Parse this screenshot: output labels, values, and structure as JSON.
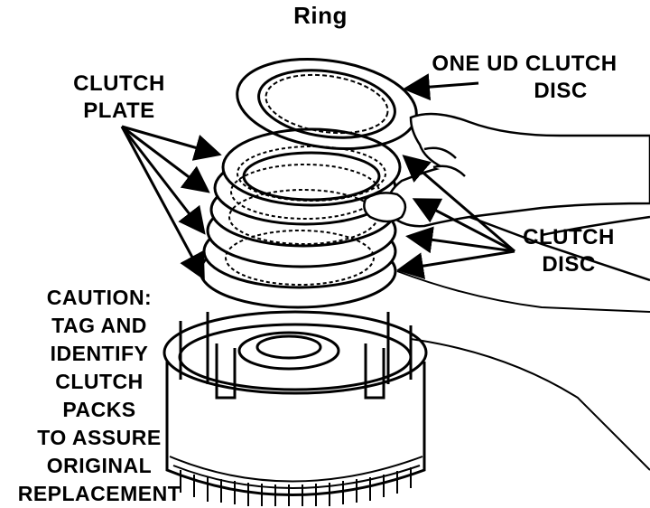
{
  "figure": {
    "title": "Ring",
    "labels": {
      "clutch_plate": [
        "CLUTCH",
        "PLATE"
      ],
      "one_ud_clutch_disc": [
        "ONE UD CLUTCH",
        "DISC"
      ],
      "clutch_disc": [
        "CLUTCH",
        "DISC"
      ],
      "caution": [
        "CAUTION:",
        "TAG AND",
        "IDENTIFY",
        "CLUTCH",
        "PACKS",
        "TO ASSURE",
        "ORIGINAL",
        "REPLACEMENT"
      ]
    },
    "colors": {
      "ink": "#000000",
      "paper": "#ffffff"
    }
  }
}
